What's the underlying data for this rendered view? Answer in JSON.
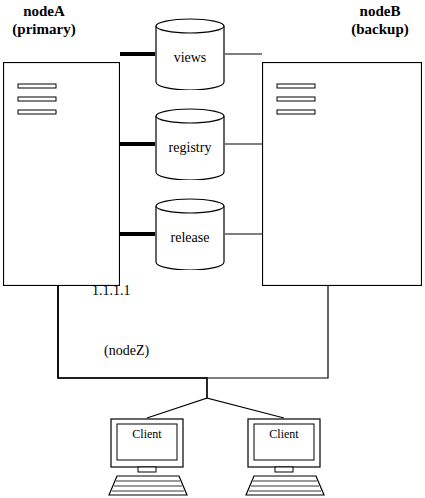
{
  "diagram": {
    "nodes": [
      {
        "text": [
          "nodeA (primary)"
        ]
      },
      {
        "text": [
          "nodeB (backup)"
        ]
      },
      {
        "text": [
          "views"
        ]
      },
      {
        "text": [
          "registry"
        ]
      },
      {
        "text": [
          "release"
        ]
      },
      {
        "text": [
          "Client"
        ]
      },
      {
        "text": [
          "Client"
        ]
      }
    ],
    "edges": [
      {
        "from": 0,
        "to": 2,
        "arrow": "none"
      },
      {
        "from": 0,
        "to": 3,
        "arrow": "none"
      },
      {
        "from": 0,
        "to": 4,
        "arrow": "none"
      },
      {
        "from": 2,
        "to": 1,
        "arrow": "none"
      },
      {
        "from": 3,
        "to": 1,
        "arrow": "none"
      },
      {
        "from": 4,
        "to": 1,
        "arrow": "none"
      },
      {
        "from": 0,
        "to": 1,
        "arrow": "none"
      },
      {
        "from": 0,
        "to": 5,
        "arrow": "none"
      },
      {
        "from": 0,
        "to": 6,
        "arrow": "none"
      }
    ],
    "labels": [
      "1.1.1.1",
      "(nodeZ)"
    ]
  }
}
